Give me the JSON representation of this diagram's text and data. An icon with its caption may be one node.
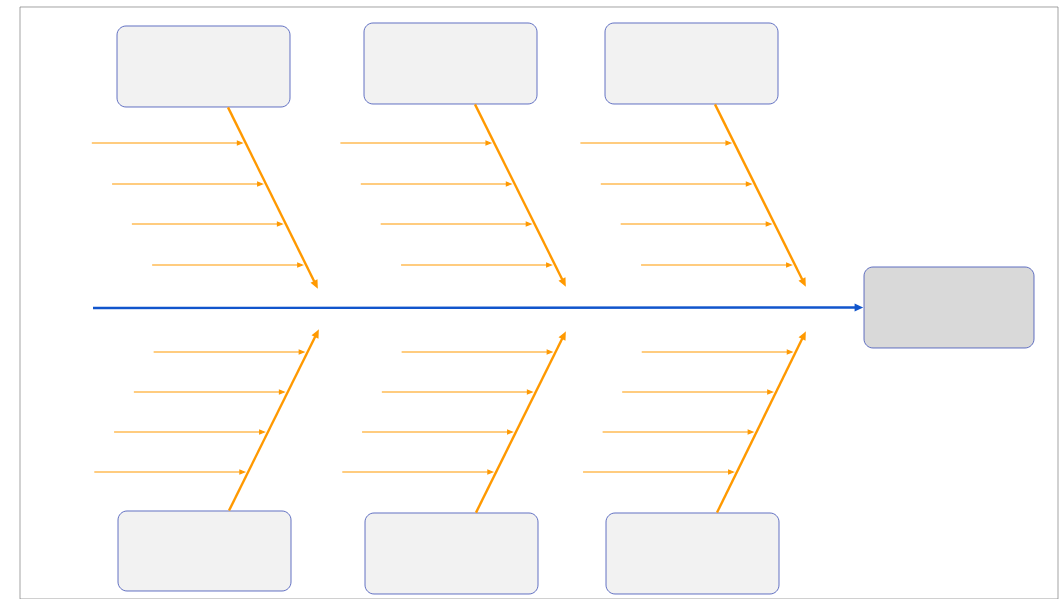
{
  "diagram": {
    "nodes": [
      {
        "text": [],
        "shape": "box"
      },
      {
        "text": [],
        "shape": "box"
      },
      {
        "text": [],
        "shape": "box"
      },
      {
        "text": [],
        "shape": "box"
      },
      {
        "text": [],
        "shape": "box"
      },
      {
        "text": [],
        "shape": "box"
      },
      {
        "text": [],
        "shape": "box"
      }
    ],
    "edges": [
      {
        "from": 0,
        "to": null,
        "arrow": "to"
      },
      {
        "from": 1,
        "to": null,
        "arrow": "to"
      },
      {
        "from": 2,
        "to": null,
        "arrow": "to"
      },
      {
        "from": 4,
        "to": null,
        "arrow": "to"
      },
      {
        "from": 5,
        "to": null,
        "arrow": "to"
      },
      {
        "from": 6,
        "to": null,
        "arrow": "to"
      },
      {
        "from": null,
        "to": 3,
        "arrow": "to",
        "color": "#1155cc"
      }
    ]
  }
}
